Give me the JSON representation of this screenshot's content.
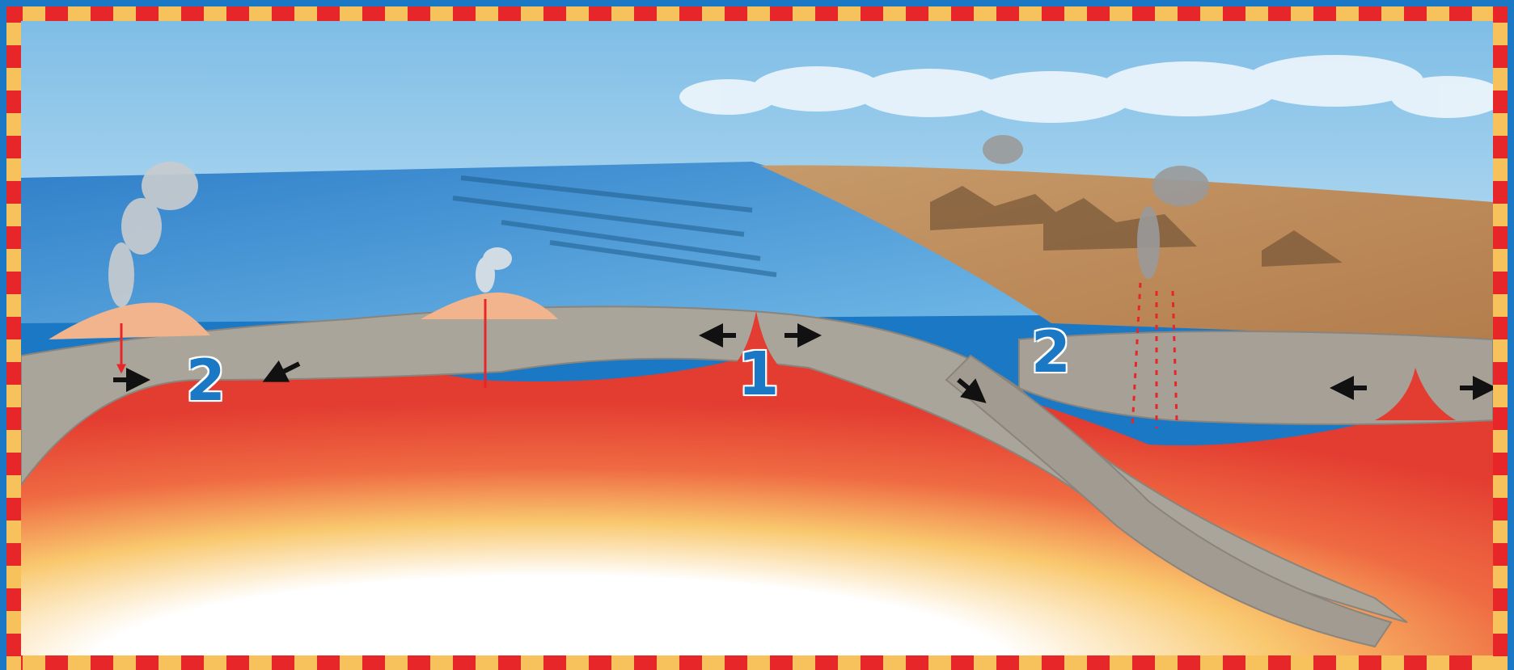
{
  "labels": {
    "ridge_left": "2",
    "mid_ridge": "1",
    "subduction_right": "2"
  },
  "colors": {
    "frame_blue": "#1b78c4",
    "frame_red": "#e7262a",
    "frame_yellow": "#f7c15b",
    "sky": "#8fc6ea",
    "ocean": "#3f8fd0",
    "crust": "#a8a39a",
    "mantle_red": "#e9473a",
    "mantle_yellow": "#f7b85a",
    "core_white": "#ffffff",
    "land": "#b8895a",
    "label_blue": "#1b78c4"
  },
  "icons": {
    "plume": "volcano-plume",
    "arrow": "plate-motion-arrow"
  }
}
